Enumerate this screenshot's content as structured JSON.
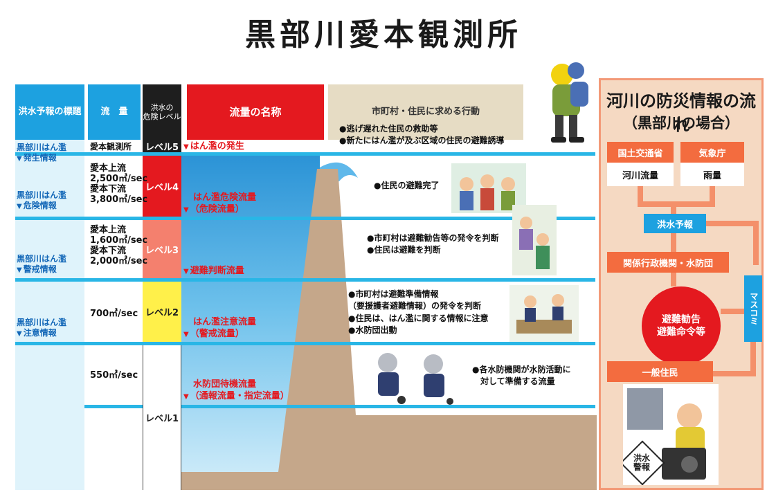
{
  "title": "黒部川愛本観測所",
  "headers": {
    "label_col": "洪水予報の標題",
    "flow_col": "流　量",
    "level_col_line1": "洪水の",
    "level_col_line2": "危険レベル",
    "name_col": "流量の名称",
    "action_col": "市町村・住民に求める行動"
  },
  "rows": [
    {
      "label_line1": "黒部川はん濫",
      "label_line2": "発生情報",
      "flow_lines": [
        "愛本観測所"
      ],
      "level": "レベル5",
      "name_lines": [
        "はん濫の発生"
      ],
      "actions": [
        "●逃げ遅れた住民の救助等",
        "●新たにはん濫が及ぶ区域の住民の避難誘導"
      ]
    },
    {
      "label_line1": "黒部川はん濫",
      "label_line2": "危険情報",
      "flow_lines": [
        "愛本上流",
        "2,500㎥/sec",
        "愛本下流",
        "3,800㎥/sec"
      ],
      "level": "レベル4",
      "name_lines": [
        "はん濫危険流量",
        "（危険流量）"
      ],
      "actions": [
        "●住民の避難完了"
      ]
    },
    {
      "label_line1": "黒部川はん濫",
      "label_line2": "警戒情報",
      "flow_lines": [
        "愛本上流",
        "1,600㎥/sec",
        "愛本下流",
        "2,000㎥/sec"
      ],
      "level": "レベル3",
      "name_lines": [
        "避難判断流量"
      ],
      "actions": [
        "●市町村は避難勧告等の発令を判断",
        "●住民は避難を判断"
      ]
    },
    {
      "label_line1": "黒部川はん濫",
      "label_line2": "注意情報",
      "flow_lines": [
        "700㎥/sec"
      ],
      "level": "レベル2",
      "name_lines": [
        "はん濫注意流量",
        "（警戒流量）"
      ],
      "actions": [
        "●市町村は避難準備情報",
        "（要援護者避難情報）の発令を判断",
        "●住民は、はん濫に関する情報に注意",
        "●水防団出動"
      ]
    },
    {
      "label_line1": "",
      "label_line2": "",
      "flow_lines": [
        "550㎥/sec"
      ],
      "level": "レベル1",
      "name_lines": [
        "水防団待機流量",
        "（通報流量・指定流量）"
      ],
      "actions": [
        "●各水防機関が水防活動に",
        "対して準備する流量"
      ]
    }
  ],
  "panel": {
    "title": "河川の防災情報の流れ",
    "subtitle": "（黒部川の場合）",
    "mlit": "国土交通省",
    "jma": "気象庁",
    "river_flow": "河川流量",
    "rainfall": "雨量",
    "flood_forecast": "洪水予報",
    "agencies": "関係行政機関・水防団",
    "evac_line1": "避難勧告",
    "evac_line2": "避難命令等",
    "mass_media": "マスコミ",
    "residents": "一般住民",
    "warning_sign": "洪水警報"
  },
  "colors": {
    "blue": "#1da1e0",
    "red": "#e4191f",
    "orange": "#f36c3f",
    "beige": "#e6dcc4",
    "level5": "#1e1e1e",
    "level4": "#e4191f",
    "level3": "#f4806e",
    "level2": "#fff04a",
    "level1": "#ffffff"
  },
  "icons": [
    "person-carrying-elder-illustration",
    "evacuation-illustration",
    "flood-fighting-illustration",
    "resident-watching-tv-illustration"
  ]
}
